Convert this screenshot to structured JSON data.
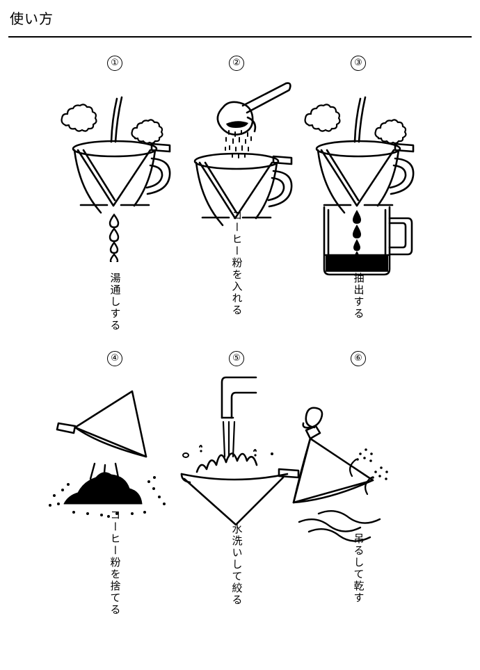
{
  "document": {
    "title": "使い方",
    "language": "ja"
  },
  "steps": [
    {
      "number": "①",
      "number_value": 1,
      "caption": "湯通しする",
      "illustration": "cloth-filter-over-cup-rinsing-with-hot-water",
      "details": {
        "steam_clouds": 2,
        "water_drops": 4,
        "pouring_stream": true
      }
    },
    {
      "number": "②",
      "number_value": 2,
      "caption": "コーヒー粉を入れる",
      "illustration": "measuring-scoop-pouring-coffee-grounds-into-filter",
      "details": {
        "scoop": true,
        "falling_grounds": true
      }
    },
    {
      "number": "③",
      "number_value": 3,
      "caption": "抽出する",
      "illustration": "brewing-coffee-dripping-into-glass-mug",
      "details": {
        "steam_clouds": 2,
        "drip_drops": 4,
        "pouring_stream": true,
        "brewed_liquid": true
      }
    },
    {
      "number": "④",
      "number_value": 4,
      "caption": "コーヒー粉を捨てる",
      "illustration": "tipping-filter-to-discard-used-grounds",
      "details": {
        "motion_lines": 3,
        "grounds_mound": true,
        "scattered_specks": true
      }
    },
    {
      "number": "⑤",
      "number_value": 5,
      "caption": "水洗いして絞る",
      "illustration": "rinsing-filter-under-faucet",
      "details": {
        "faucet": true,
        "water_stream": true,
        "splash": true
      }
    },
    {
      "number": "⑥",
      "number_value": 6,
      "caption": "吊るして乾す",
      "illustration": "filter-hanging-on-hook-to-dry",
      "details": {
        "hook": true,
        "evaporation_marks": 2,
        "airflow_lines": 3
      }
    }
  ],
  "colors": {
    "ink": "#000000",
    "paper": "#ffffff"
  }
}
